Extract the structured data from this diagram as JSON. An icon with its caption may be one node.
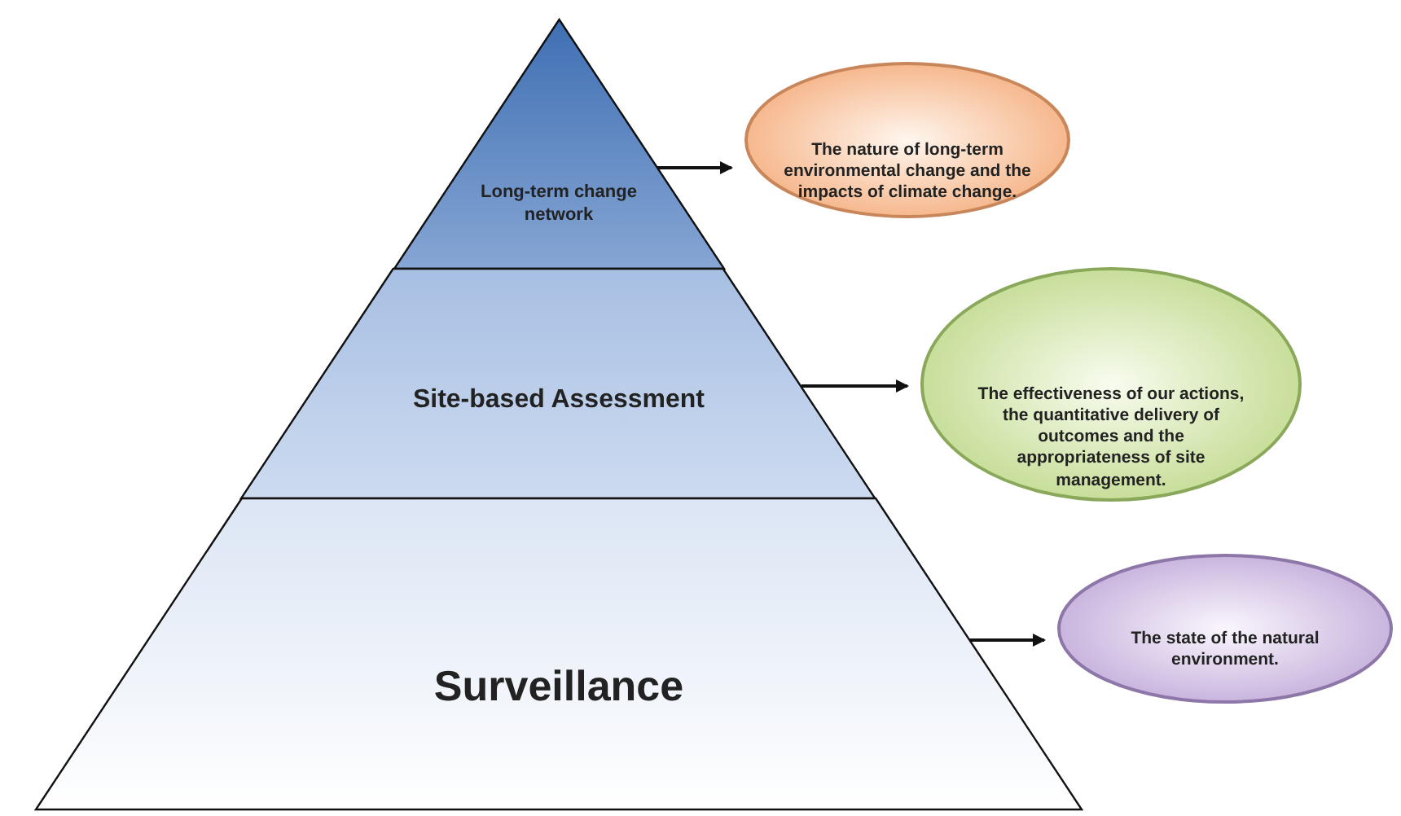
{
  "diagram": {
    "nodes": [
      {
        "text": [
          "Long-term change network"
        ]
      },
      {
        "text": [
          "Site-based Assessment"
        ]
      },
      {
        "text": [
          "Surveillance"
        ]
      },
      {
        "text": [
          "The nature of long-term environmental change and the impacts of climate change."
        ]
      },
      {
        "text": [
          "The effectiveness of our actions, the quantitative delivery of outcomes and the appropriateness of site management."
        ]
      },
      {
        "text": [
          "The state of the natural environment."
        ]
      }
    ],
    "edges": [
      {
        "from": 0,
        "to": 3,
        "arrow": "to"
      },
      {
        "from": 1,
        "to": 4,
        "arrow": "to"
      },
      {
        "from": 2,
        "to": 5,
        "arrow": "to"
      }
    ]
  }
}
